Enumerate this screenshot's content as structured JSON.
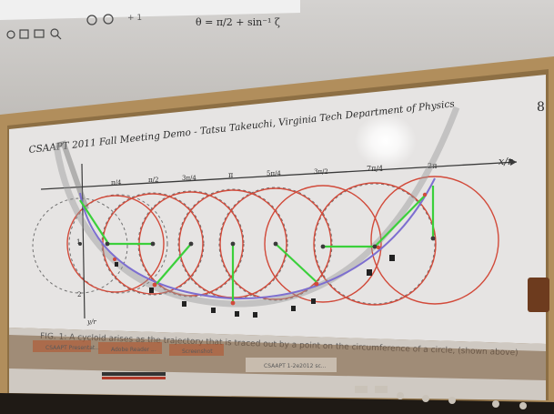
{
  "toolbar": {
    "formula": "θ = π/2 + sin⁻¹ ζ",
    "frag": "+ 1"
  },
  "slide": {
    "page_number": "8",
    "header": "CSAAPT 2011 Fall Meeting Demo - Tatsu Takeuchi, Virginia Tech Department of Physics",
    "axis_x_label": "x/r",
    "axis_y_label": "y/r",
    "x_ticks": [
      "π/4",
      "π/2",
      "3π/4",
      "π",
      "5π/4",
      "3π/2",
      "7π/4",
      "2π"
    ],
    "y_ticks": [
      "1",
      "2"
    ],
    "caption": "FIG. 1: A cycloid arises as the trajectory that is traced out by a point on the circumference of a circle, (shown above)"
  },
  "taskbar": {
    "items": [
      "CSAAPT Presentat...",
      "Adobe Reader ...",
      "Screenshot",
      "CSAAPT 1-2e2012 sc..."
    ]
  },
  "colors": {
    "circle_red": "#d24a3a",
    "circle_dash": "#6d6d6d",
    "cycloid": "#7d6fd0",
    "vector_green": "#3bd03b",
    "screen_bg": "#e5e3e2",
    "board_frame": "#a7885a"
  }
}
